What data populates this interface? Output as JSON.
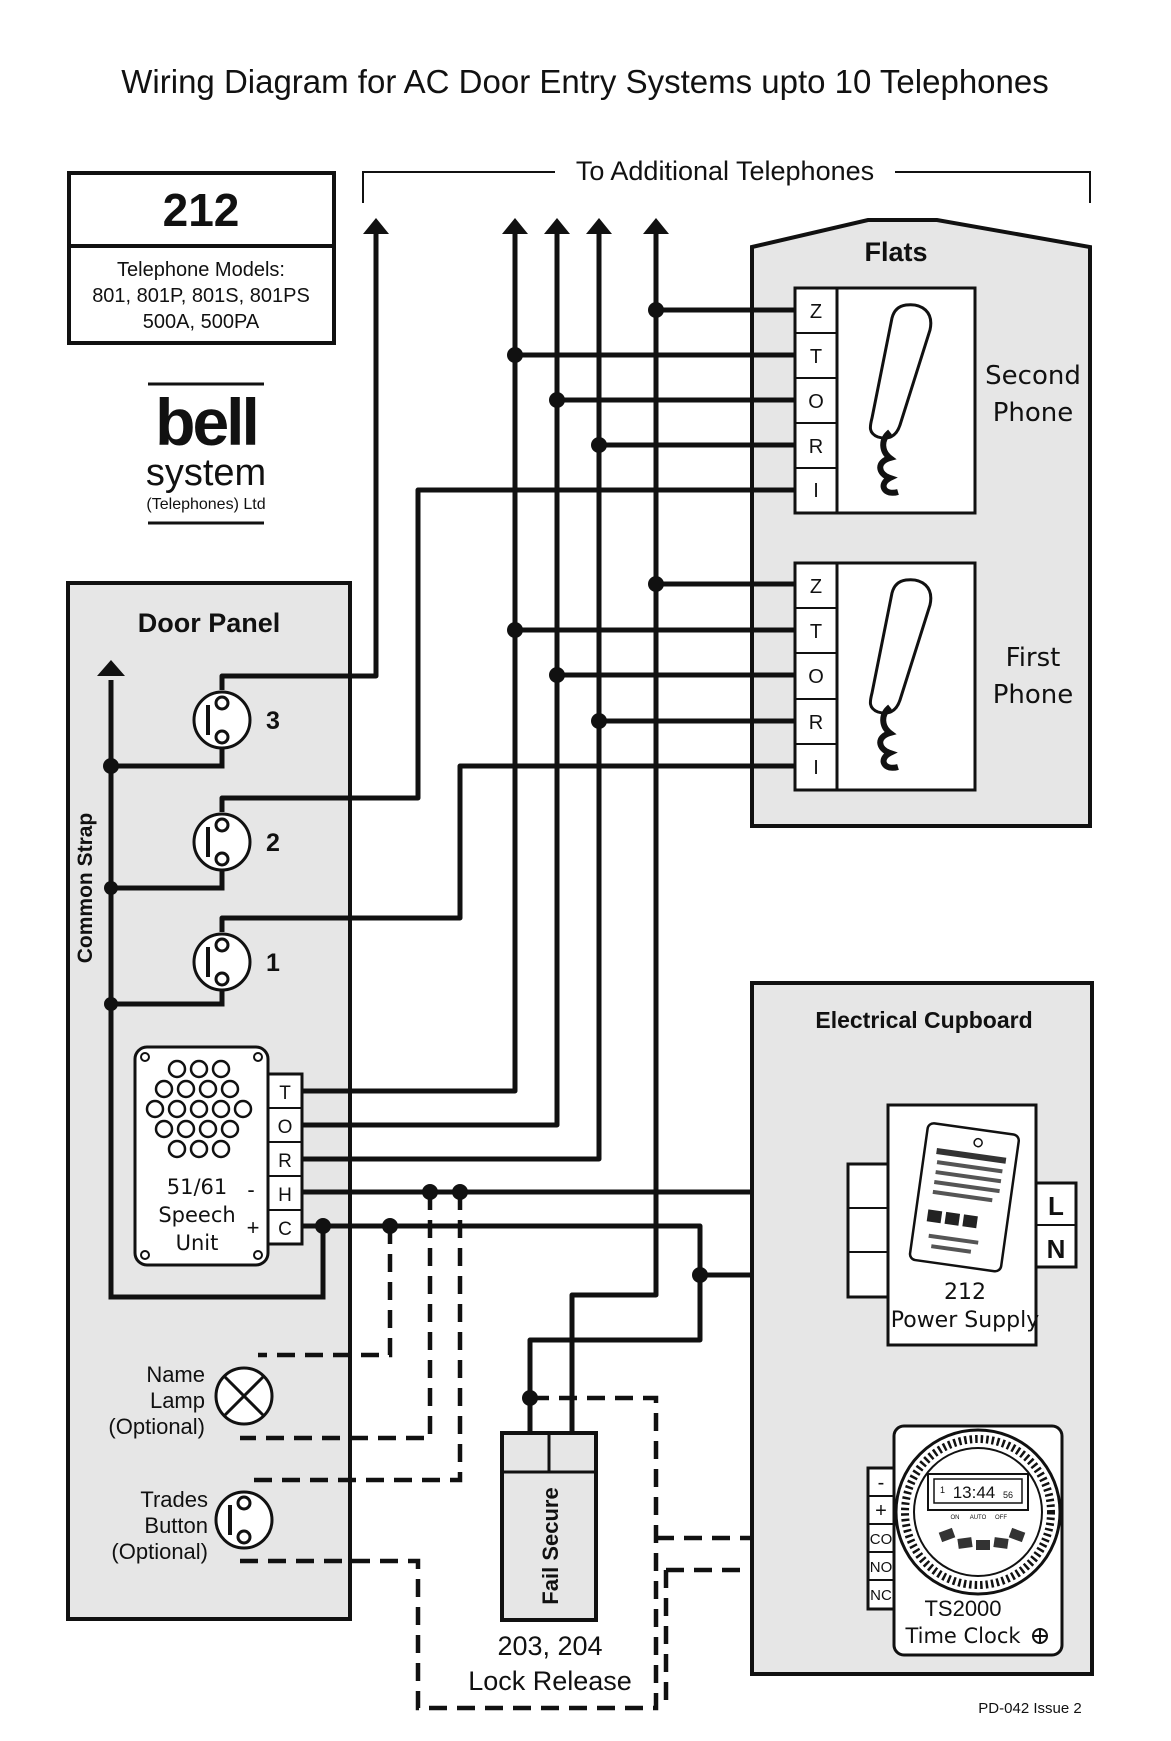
{
  "title": "Wiring Diagram for AC Door Entry Systems upto 10 Telephones",
  "additional_telephones_label": "To Additional Telephones",
  "model_box": {
    "number": "212",
    "heading": "Telephone Models:",
    "line1": "801, 801P, 801S, 801PS",
    "line2": "500A, 500PA"
  },
  "logo": {
    "word1": "bell",
    "word2": "system",
    "word3": "(Telephones) Ltd"
  },
  "flats": {
    "title": "Flats",
    "terminals": [
      "Z",
      "T",
      "O",
      "R",
      "I"
    ],
    "second_phone": [
      "Second",
      "Phone"
    ],
    "first_phone": [
      "First",
      "Phone"
    ]
  },
  "door_panel": {
    "title": "Door Panel",
    "common_strap": "Common Strap",
    "buttons": [
      "3",
      "2",
      "1"
    ],
    "speech_unit": [
      "51/61",
      "Speech",
      "Unit"
    ],
    "speech_terminals": [
      "T",
      "O",
      "R",
      "H",
      "C"
    ],
    "minus_sign": "-",
    "plus_sign": "+",
    "name_lamp": [
      "Name",
      "Lamp",
      "(Optional)"
    ],
    "trades_button": [
      "Trades",
      "Button",
      "(Optional)"
    ]
  },
  "lock_release": {
    "box_label": "Fail Secure",
    "models": "203, 204",
    "name": "Lock Release"
  },
  "electrical_cupboard": {
    "title": "Electrical Cupboard",
    "power_supply_model": "212",
    "power_supply_name": "Power Supply",
    "mains_terminals": [
      "L",
      "N"
    ],
    "timeclock_terminals": [
      "-",
      "+",
      "CO",
      "NO",
      "NC"
    ],
    "timeclock_display": "13:44",
    "timeclock_seconds": "56",
    "timeclock_mode": "1",
    "timeclock_modes": [
      "ON",
      "AUTO",
      "OFF"
    ],
    "timeclock_model": "TS2000",
    "timeclock_name": "Time Clock"
  },
  "footer_ref": "PD-042 Issue 2"
}
